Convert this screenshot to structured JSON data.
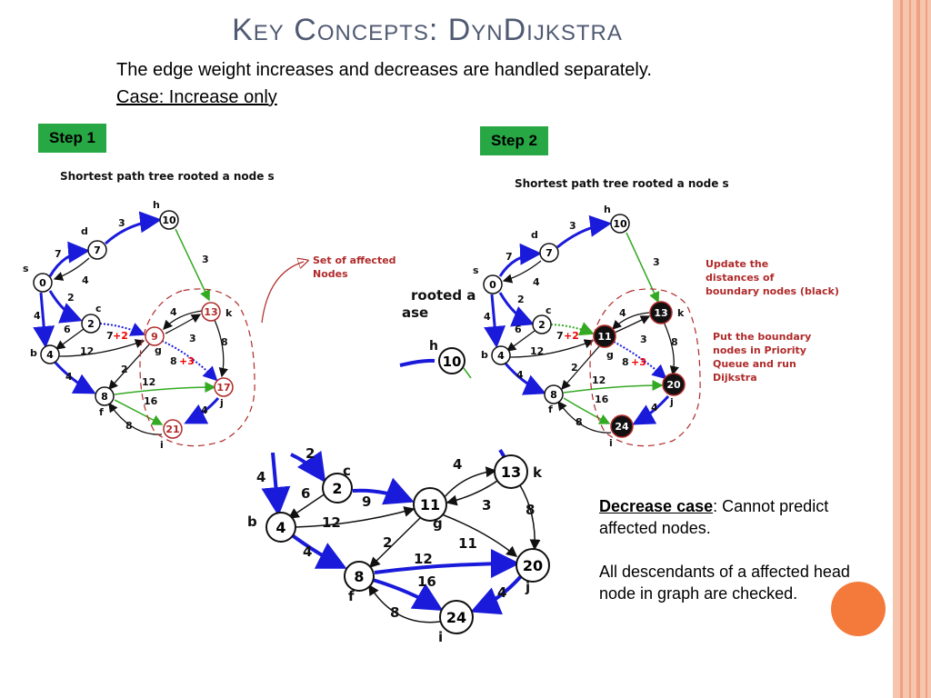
{
  "slide": {
    "title": "Key Concepts: DynDijkstra",
    "line1": "The edge weight increases and decreases are handled separately.",
    "line2": "Case: Increase only",
    "step1": "Step 1",
    "step2": "Step 2",
    "spt_title": "Shortest path tree rooted a node s",
    "affected_label": [
      "Set of affected",
      "Nodes"
    ],
    "update_label": [
      "Update the",
      "distances of",
      "boundary nodes (black)"
    ],
    "pq_label": [
      "Put the boundary",
      "nodes in Priority",
      "Queue and run",
      "Dijkstra"
    ],
    "crop_text": [
      "rooted a",
      "ase"
    ],
    "decrease_title": "Decrease case",
    "decrease_rest": ": Cannot predict affected nodes.",
    "decrease_para2": "All descendants of a affected head node in graph are checked."
  },
  "colors": {
    "tree_edge": "#1a1adb",
    "green_edge": "#33aa22",
    "affected": "#b02a2a",
    "accent": "#27a844",
    "orange": "#f47a3c"
  }
}
